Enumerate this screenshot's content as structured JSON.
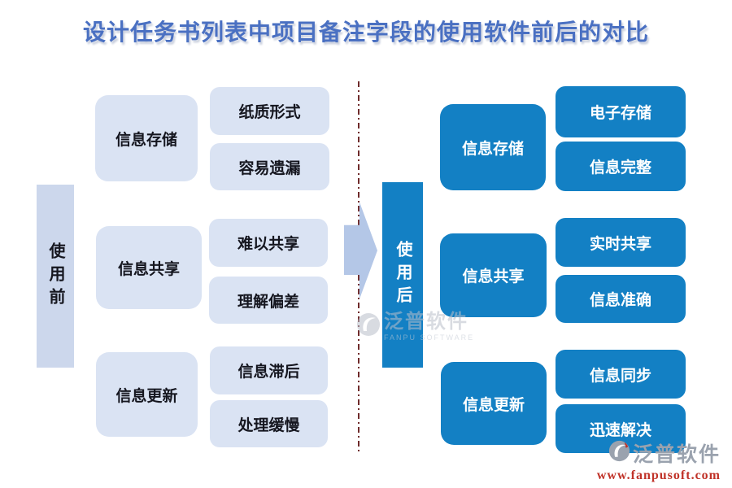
{
  "title": "设计任务书列表中项目备注字段的使用软件前后的对比",
  "before": {
    "label": "使用前",
    "groups": [
      {
        "category": "信息存储",
        "items": [
          "纸质形式",
          "容易遗漏"
        ]
      },
      {
        "category": "信息共享",
        "items": [
          "难以共享",
          "理解偏差"
        ]
      },
      {
        "category": "信息更新",
        "items": [
          "信息滞后",
          "处理缓慢"
        ]
      }
    ]
  },
  "after": {
    "label": "使用后",
    "groups": [
      {
        "category": "信息存储",
        "items": [
          "电子存储",
          "信息完整"
        ]
      },
      {
        "category": "信息共享",
        "items": [
          "实时共享",
          "信息准确"
        ]
      },
      {
        "category": "信息更新",
        "items": [
          "信息同步",
          "迅速解决"
        ]
      }
    ]
  },
  "watermark": {
    "brand": "泛普软件",
    "subtitle": "FANPU SOFTWARE"
  },
  "footer": {
    "brand": "泛普软件",
    "url": "www.fanpusoft.com"
  },
  "icons": {
    "brand_icon": "fanpu-swoosh-circle"
  },
  "colors": {
    "title_blue": "#4a70c2",
    "solid_blue": "#1380c4",
    "light_blue_box": "#dae3f3",
    "light_blue_bar": "#ccd7ec",
    "arrow_blue": "#b4c7e7",
    "divider_maroon": "#6f2b2b",
    "url_red": "#c03228",
    "logo_gray": "#9aa2ae"
  }
}
